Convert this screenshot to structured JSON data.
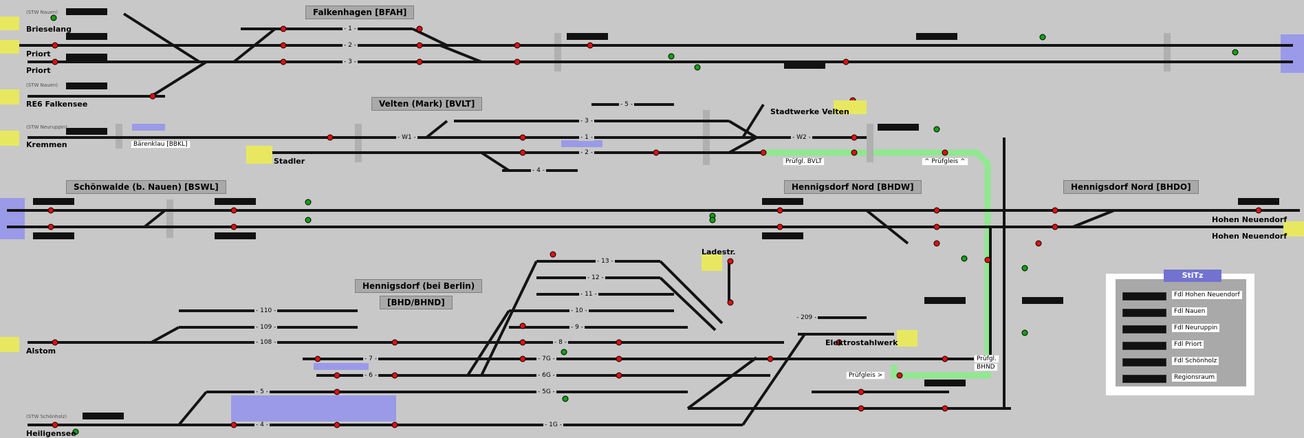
{
  "colors": {
    "background": "#c8c8c8",
    "track": "#141414",
    "signal_red": "#e01010",
    "signal_green": "#10a010",
    "station_yellow": "#e8e860",
    "route_green": "#90e890",
    "occupied_blue": "#9a9ae8",
    "header_gray": "#a9a9a9",
    "legend_header": "#7272d0"
  },
  "interlockings": {
    "falkenhagen": "Falkenhagen [BFAH]",
    "velten": "Velten (Mark) [BVLT]",
    "schoenwalde": "Schönwalde (b. Nauen) [BSWL]",
    "hennigsdorf_nord_w": "Hennigsdorf Nord [BHDW]",
    "hennigsdorf_nord_o": "Hennigsdorf Nord [BHDO]",
    "hennigsdorf_line1": "Hennigsdorf (bei Berlin)",
    "hennigsdorf_line2": "[BHD/BHND]"
  },
  "stations": {
    "brieselang": "Brieselang",
    "priort1": "Priort",
    "priort2": "Priort",
    "falkensee": "RE6 Falkensee",
    "kremmen": "Kremmen",
    "stadler": "Stadler",
    "stadtwerke": "Stadtwerke Velten",
    "alstom": "Alstom",
    "heiligensee": "Heiligensee",
    "ladestr": "Ladestr.",
    "elektrostahlwerk": "Elektrostahlwerk",
    "hohen1": "Hohen Neuendorf",
    "hohen2": "Hohen Neuendorf"
  },
  "dispatch_notes": {
    "nauen1": "(STW Nauen)",
    "nauen2": "(STW Nauen)",
    "neuruppin": "(STW Neuruppin)",
    "schoenholz": "(STW Schönholz)"
  },
  "tags": {
    "baerenklau": "Bärenklau [BBKL]",
    "pruefgl_bvlt": "Prüfgl. BVLT",
    "pruefgleis_up": "^ Prüfgleis ^",
    "pruefgleis_right": "Prüfgleis >",
    "pruefgl_bhnd1": "Prüfgl.",
    "pruefgl_bhnd2": "BHND"
  },
  "track_numbers": {
    "f1": "- 1 -",
    "f2": "- 2 -",
    "f3": "- 3 -",
    "v5": "- 5 -",
    "v3": "- 3 -",
    "v1": "- 1 -",
    "v2": "- 2 -",
    "v4": "- 4 -",
    "w1": "- W1 -",
    "w2": "- W2 -",
    "h13": "- 13 -",
    "h12": "- 12 -",
    "h11": "- 11 -",
    "h10": "- 10 -",
    "h9": "- 9 -",
    "h8": "- 8 -",
    "h110": "- 110 -",
    "h109": "- 109 -",
    "h108": "- 108 -",
    "h7": "- 7 -",
    "h6": "- 6 -",
    "h5": "- 5 -",
    "h4": "- 4 -",
    "h7g": "- 7G -",
    "h6g": "- 6G -",
    "h5g": "- 5G -",
    "h1g": "- 1G -",
    "h209": "- 209 -"
  },
  "legend": {
    "title": "StiTz",
    "items": [
      "Fdl Hohen Neuendorf",
      "Fdl Nauen",
      "Fdl Neuruppin",
      "Fdl Priort",
      "Fdl Schönholz",
      "Regionsraum"
    ]
  }
}
